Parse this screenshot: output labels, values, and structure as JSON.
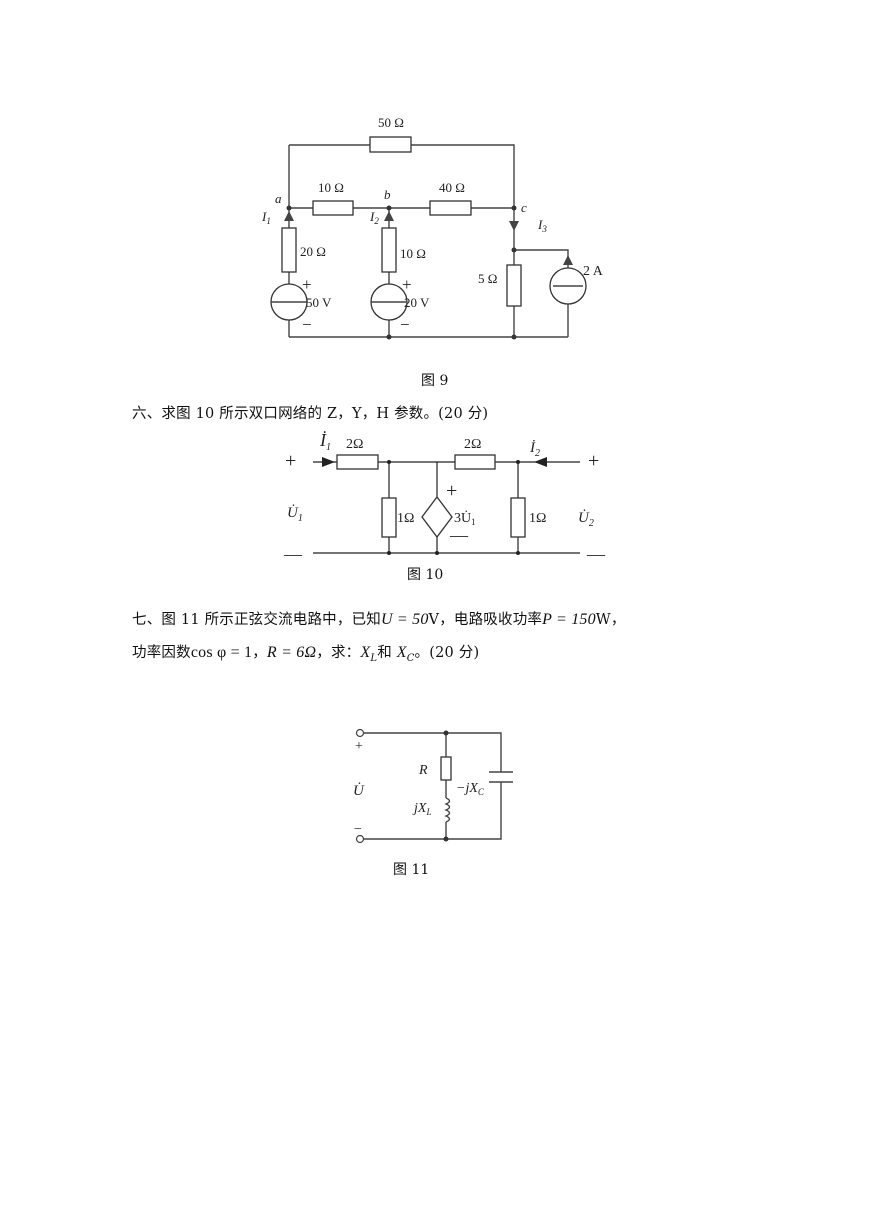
{
  "fig9": {
    "caption": "图 9",
    "r_top": "50 Ω",
    "r_ab": "10 Ω",
    "r_bc": "40 Ω",
    "r_a": "20 Ω",
    "r_b": "10 Ω",
    "r_c": "5 Ω",
    "v_a": "50 V",
    "v_b": "20 V",
    "i_src": "2 A",
    "node_a": "a",
    "node_b": "b",
    "node_c": "c",
    "cur_1": "I",
    "cur_1_sub": "1",
    "cur_2": "I",
    "cur_2_sub": "2",
    "cur_3": "I",
    "cur_3_sub": "3",
    "plus": "+",
    "minus": "−"
  },
  "q6": {
    "text": "六、求图 10 所示双口网络的 Z，Y，H 参数。(20 分)"
  },
  "fig10": {
    "caption": "图 10",
    "i1": "İ",
    "i1_sub": "1",
    "i2": "İ",
    "i2_sub": "2",
    "r_left": "2Ω",
    "r_right": "2Ω",
    "r_sh1": "1Ω",
    "r_sh2": "1Ω",
    "dep": "3U̇",
    "dep_sub": "1",
    "u1": "U̇",
    "u1_sub": "1",
    "u2": "U̇",
    "u2_sub": "2",
    "plus": "+",
    "minus": "—"
  },
  "q7": {
    "line1_a": "七、图 11 所示正弦交流电路中，已知",
    "line1_b": "U = 50",
    "line1_c": "V，电路吸收功率",
    "line1_d": "P = 150",
    "line1_e": "W，",
    "line2_a": "功率因数",
    "line2_b": "cos φ = 1",
    "line2_c": "，",
    "line2_d": "R = 6Ω",
    "line2_e": "，求：",
    "line2_f": "X",
    "line2_f_sub": "L",
    "line2_g": "和",
    "line2_h": "X",
    "line2_h_sub": "C",
    "line2_i": "。(20 分)"
  },
  "fig11": {
    "caption": "图 11",
    "plus": "+",
    "minus": "−",
    "u": "U̇",
    "r": "R",
    "xl": "jX",
    "xl_sub": "L",
    "xc": "−jX",
    "xc_sub": "C"
  }
}
